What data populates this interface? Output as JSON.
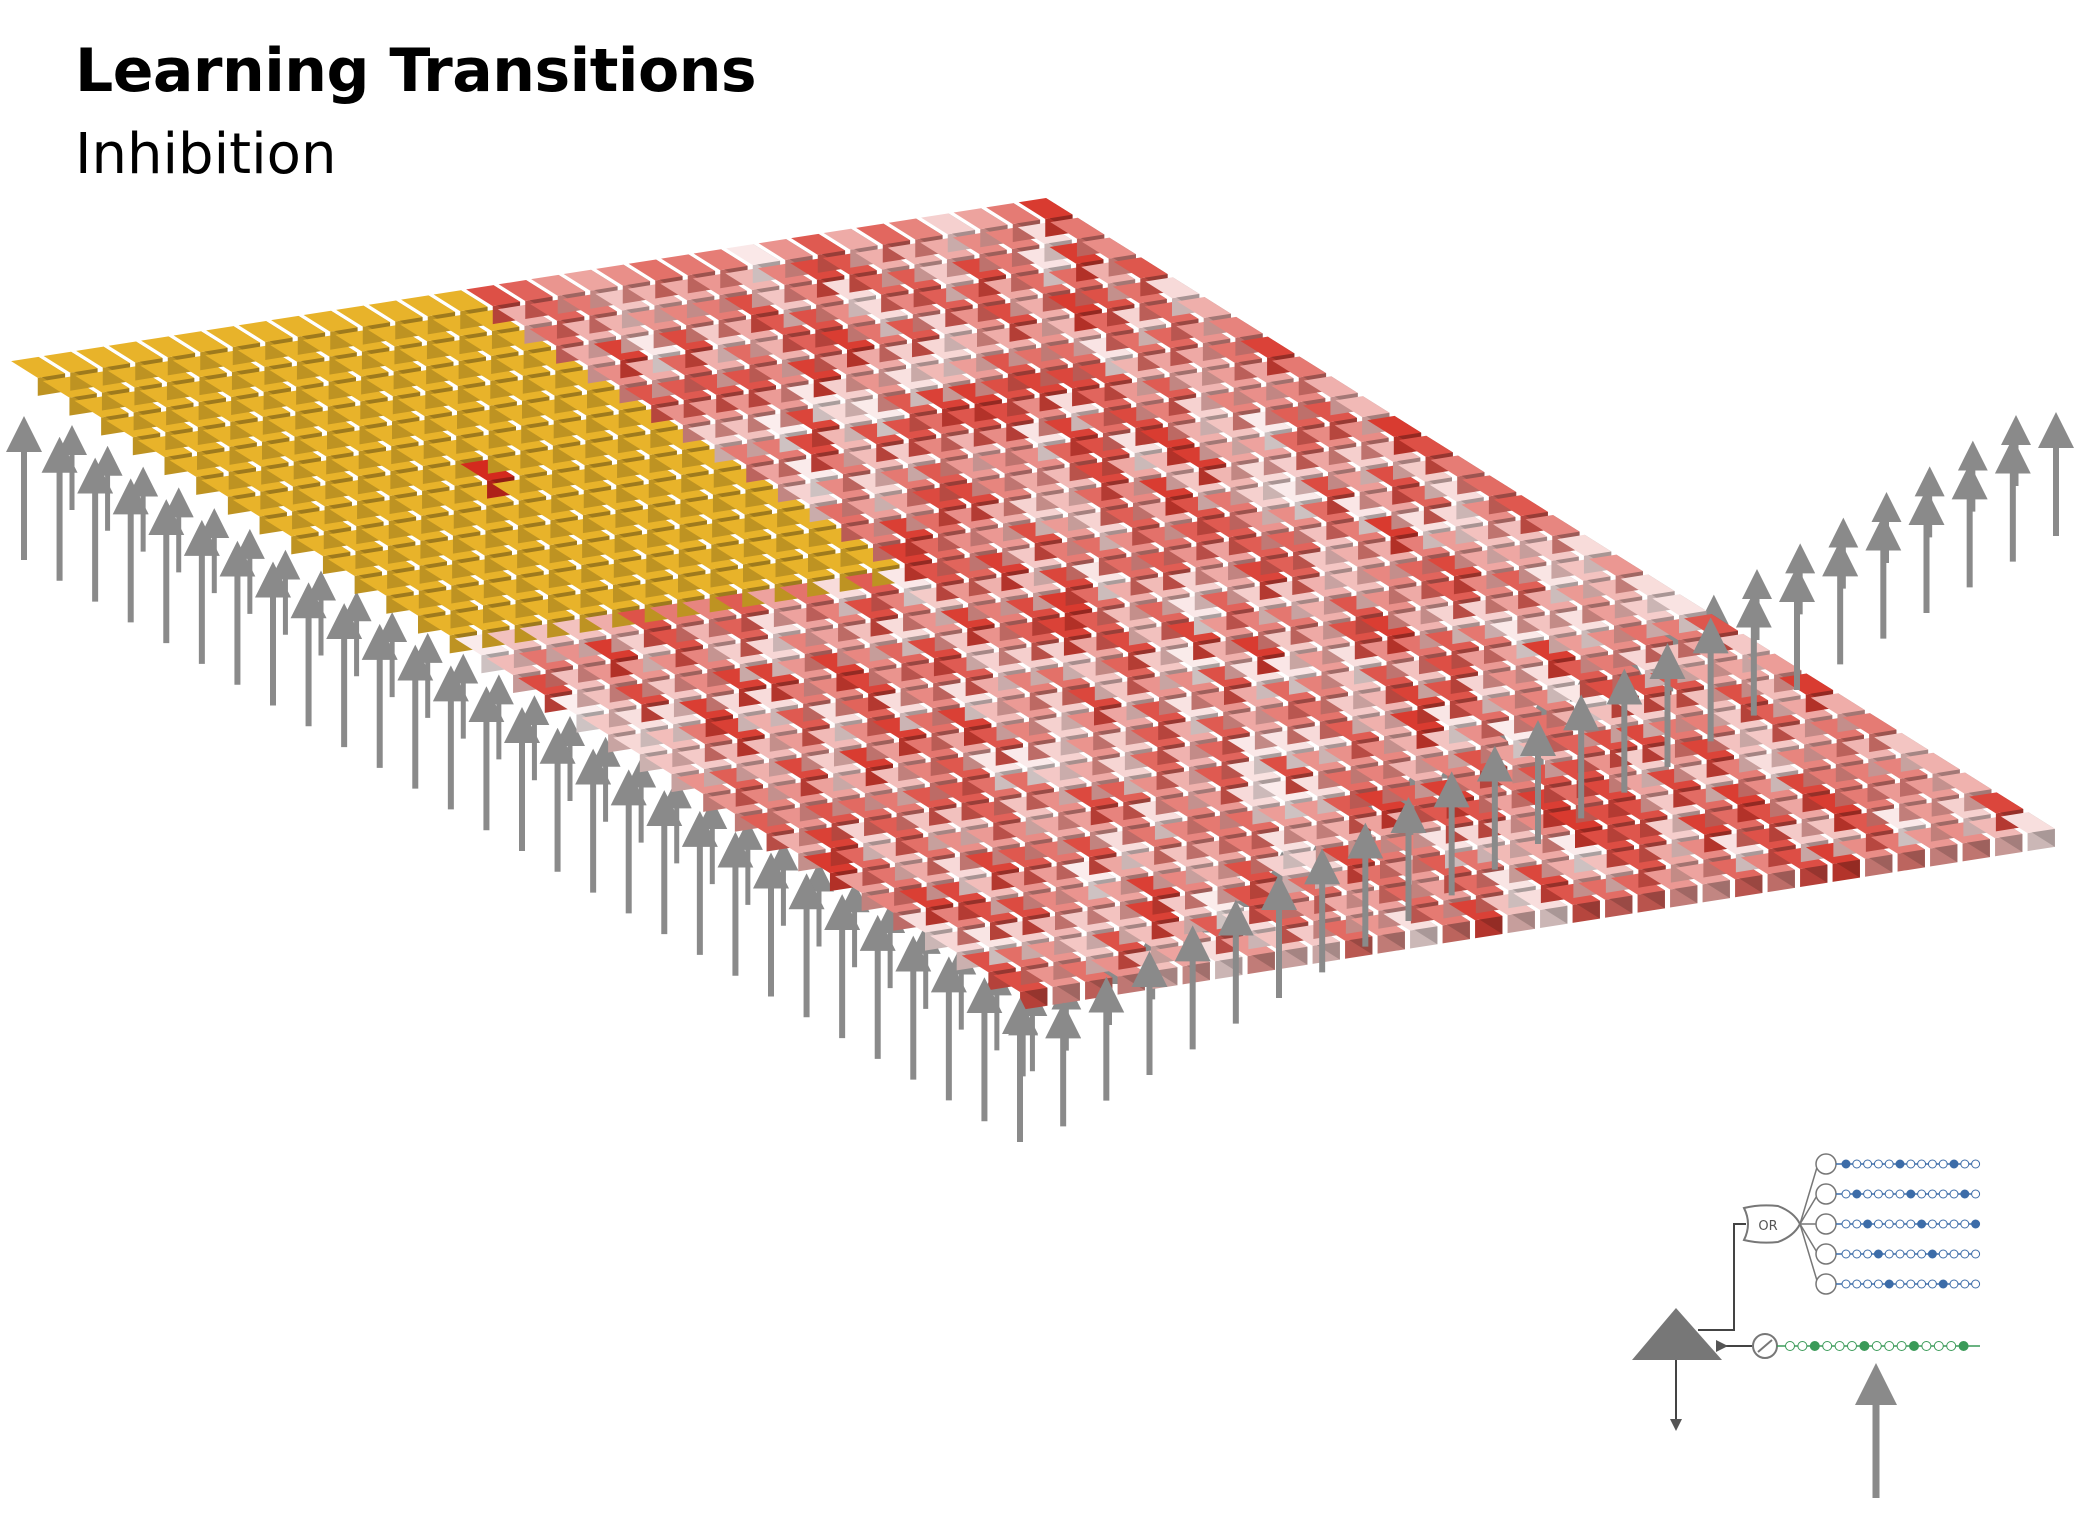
{
  "title": "Learning Transitions",
  "subtitle": "Inhibition",
  "grid": {
    "rows": 32,
    "cols": 32,
    "inhibition_zone": {
      "row_start": 0,
      "row_end": 14,
      "col_start": 0,
      "col_end": 14
    },
    "winner_cell": {
      "row": 7,
      "col": 7
    }
  },
  "colors": {
    "inhibited": "#e8b32a",
    "winner": "#d42a1e",
    "active_high": "#d93a2f",
    "active_low": "#fbeeee",
    "arrow": "#8a8a8a",
    "neuron": "#777777",
    "proximal": "#3a9a58",
    "distal": "#3c6ca8"
  },
  "neuron_legend": {
    "gate_label": "OR",
    "distal_segments": 5,
    "proximal_segments": 1
  },
  "icons": [
    "input-arrow-icon",
    "neuron-triangle-icon",
    "or-gate-icon",
    "threshold-icon",
    "output-arrow-icon"
  ]
}
